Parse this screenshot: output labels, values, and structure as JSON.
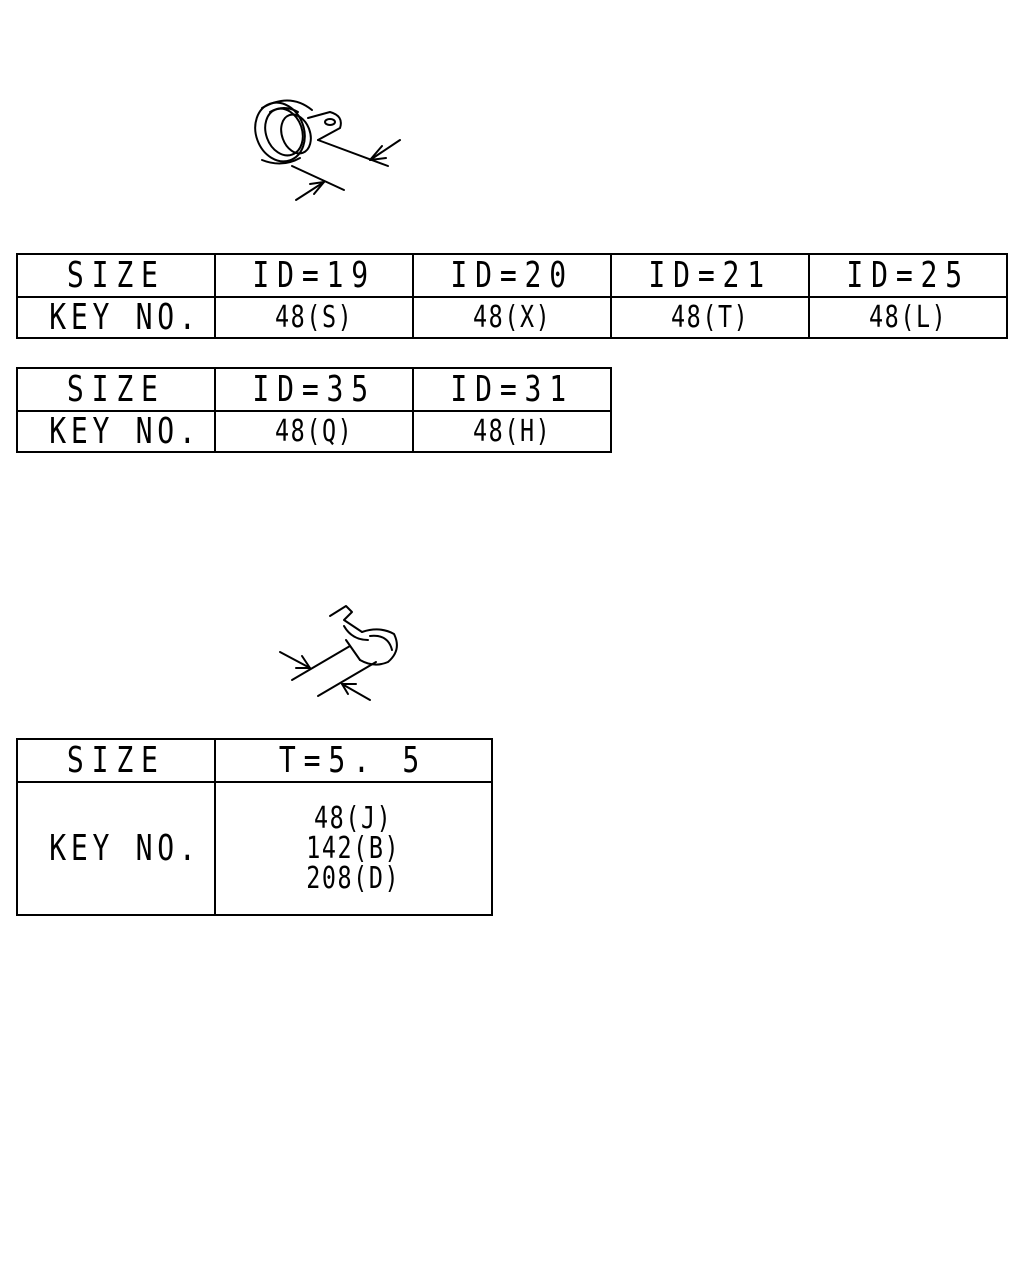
{
  "tables": [
    {
      "header_label": "SIZE",
      "key_label": "KEY NO.",
      "columns": [
        {
          "size": "ID=19",
          "key": "48(S)"
        },
        {
          "size": "ID=20",
          "key": "48(X)"
        },
        {
          "size": "ID=21",
          "key": "48(T)"
        },
        {
          "size": "ID=25",
          "key": "48(L)"
        }
      ]
    },
    {
      "header_label": "SIZE",
      "key_label": "KEY NO.",
      "columns": [
        {
          "size": "ID=35",
          "key": "48(Q)"
        },
        {
          "size": "ID=31",
          "key": "48(H)"
        }
      ]
    },
    {
      "header_label": "SIZE",
      "key_label": "KEY NO.",
      "columns": [
        {
          "size": "T=5. 5",
          "keys": [
            "48(J)",
            "142(B)",
            "208(D)"
          ]
        }
      ]
    }
  ],
  "icons": {
    "top": "cable-clamp-icon",
    "bottom": "clip-clamp-icon"
  }
}
